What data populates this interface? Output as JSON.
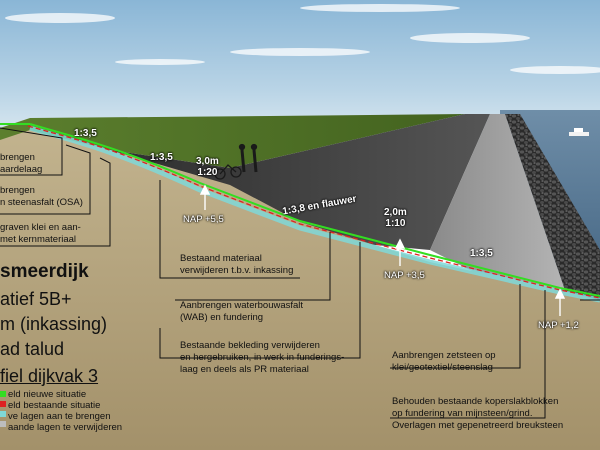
{
  "slopes": {
    "s1": "1:3,5",
    "s2": "1:3,5",
    "s3": "1:3,8 en flauwer",
    "s4": "1:3,5"
  },
  "berm_upper": {
    "width": "3,0m",
    "ratio": "1:20"
  },
  "berm_lower": {
    "width": "2,0m",
    "ratio": "1:10"
  },
  "nap": {
    "n1": "NAP +5,5",
    "n2": "NAP +3,5",
    "n3": "NAP +1,2"
  },
  "callouts": {
    "c1": [
      "brengen",
      "aardelaag"
    ],
    "c2": [
      "brengen",
      "n steenasfalt (OSA)"
    ],
    "c3": [
      "graven klei en aan-",
      "met kernmateriaal"
    ],
    "c4": [
      "Bestaand materiaal",
      "verwijderen t.b.v. inkassing"
    ],
    "c5": [
      "Aanbrengen waterbouwasfalt",
      "(WAB) en fundering"
    ],
    "c6": [
      "Bestaande bekleding verwijderen",
      "en hergebruiken, in werk in funderings-",
      "laag en deels als PR materiaal"
    ],
    "c7": [
      "Aanbrengen zetsteen op",
      "klei/geotextiel/steenslag"
    ],
    "c8": [
      "Behouden bestaande koperslakblokken",
      "op fundering van mijnsteen/grind.",
      "Overlagen met gepenetreerd breuksteen"
    ]
  },
  "title": {
    "line1": "smeerdijk",
    "line2": "atief 5B+",
    "line3": "m (inkassing)",
    "line4": "ad talud",
    "line5": "fiel dijkvak 3"
  },
  "legend": {
    "l1": "eld nieuwe situatie",
    "l2": "eld bestaande situatie",
    "l3": "ve lagen aan te brengen",
    "l4": "aande lagen te verwijderen"
  },
  "colors": {
    "sky_top": "#8ab6d6",
    "sea": "#4d6e8c",
    "grass": "#52752a",
    "asphalt": "#3e3e3e",
    "sand": "#b3a27e",
    "new_line": "#33dd22",
    "old_line": "#dd2222",
    "layer_cyan": "#7fd8d8"
  }
}
